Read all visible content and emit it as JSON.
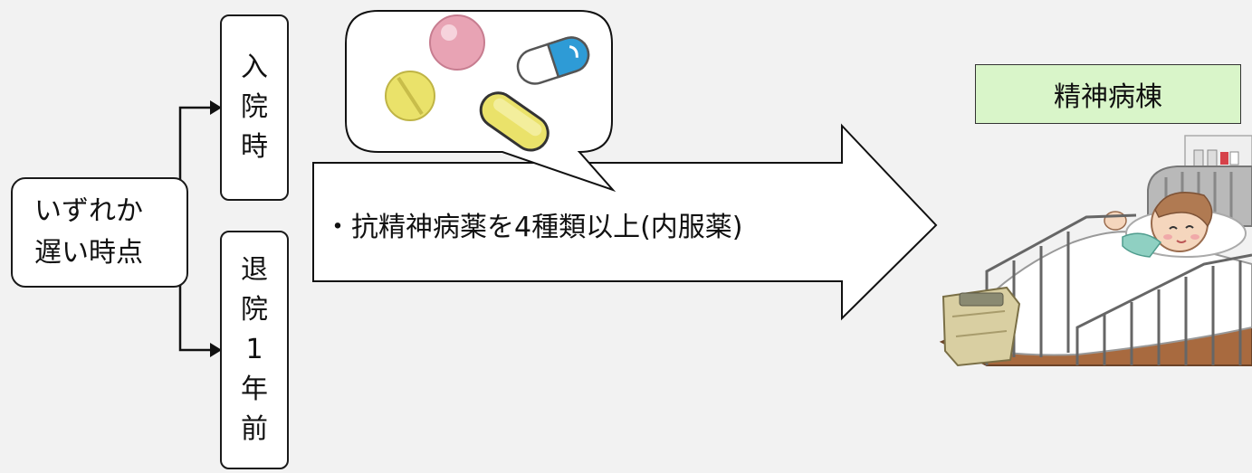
{
  "timing": {
    "line1": "いずれか",
    "line2": "遅い時点",
    "admission_chars": [
      "入",
      "院",
      "時"
    ],
    "discharge_chars": [
      "退",
      "院",
      "1",
      "年",
      "前"
    ]
  },
  "criteria": {
    "text": "・抗精神病薬を4種類以上(内服薬)"
  },
  "ward": {
    "label": "精神病棟"
  },
  "colors": {
    "background": "#f2f2f2",
    "ward_label_fill": "#d9f5c9",
    "pill_pink": "#e8a3b4",
    "pill_yellow": "#eae26a",
    "capsule_blue": "#2e9bd6"
  }
}
